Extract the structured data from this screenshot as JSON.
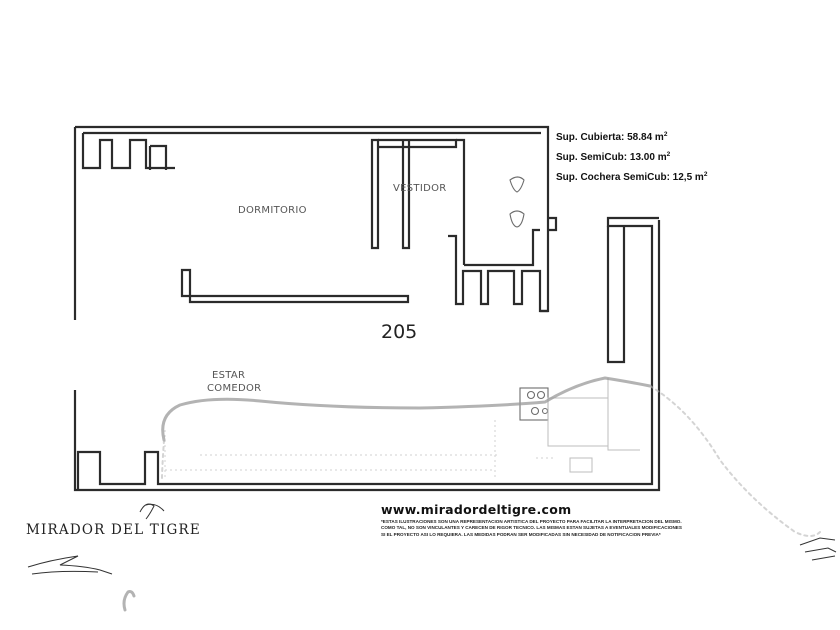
{
  "header_fragment": "· · ··· ·",
  "rooms": {
    "dormitorio": "DORMITORIO",
    "vestidor": "VESTIDOR",
    "estar": "ESTAR",
    "comedor": "COMEDOR"
  },
  "unit_number": "205",
  "areas": {
    "cubierta_label": "Sup. Cubierta: 58.84 m",
    "semicub_label": "Sup. SemiCub: 13.00 m",
    "cochera_label": "Sup. Cochera SemiCub: 12,5 m",
    "exponent": "2"
  },
  "brand": {
    "name": "MIRADOR DEL TIGRE"
  },
  "footer": {
    "website": "www.miradordeltigre.com",
    "disclaimer_lines": [
      "*ESTAS ILUSTRACIONES SON UNA REPRESENTACION ARTISTICA DEL PROYECTO PARA FACILITAR LA INTERPRETACION DEL MISMO.",
      "COMO TAL, NO SON VINCULANTES Y CARECEN DE RIGOR TECNICO. LAS MISMAS ESTAN SUJETAS A EVENTUALES MODIFICACIONES",
      "SI EL PROYECTO ASI LO REQUIERA. LAS MEDIDAS PODRAN SER MODIFICADAS SIN NECESIDAD DE NOTIFICACION PREVIA*"
    ]
  },
  "colors": {
    "walls": "#2b2b2b",
    "annotation_text": "#111111",
    "room_labels": "#555555"
  }
}
